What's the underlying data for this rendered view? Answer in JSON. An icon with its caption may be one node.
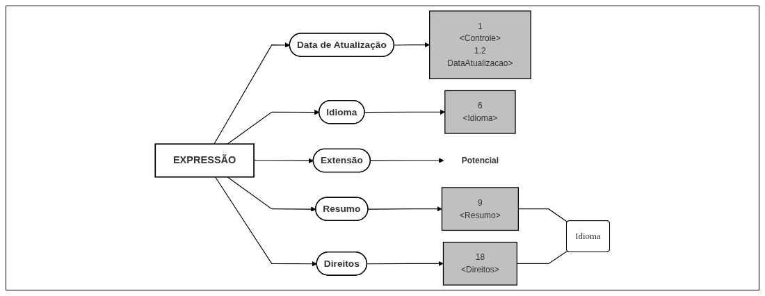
{
  "diagram": {
    "nodes": [
      {
        "text": [
          "EXPRESSÃO"
        ]
      },
      {
        "text": [
          "Data de Atualização"
        ]
      },
      {
        "text": [
          "Idioma"
        ]
      },
      {
        "text": [
          "Extensão"
        ]
      },
      {
        "text": [
          "Resumo"
        ]
      },
      {
        "text": [
          "Direitos"
        ]
      },
      {
        "text": [
          "1",
          "<Controle>",
          "1.2",
          "DataAtualizacao>"
        ]
      },
      {
        "text": [
          "6",
          "<Idioma>"
        ]
      },
      {
        "text": [
          "Potencial"
        ]
      },
      {
        "text": [
          "9",
          "<Resumo>"
        ]
      },
      {
        "text": [
          "18",
          "<Direitos>"
        ]
      },
      {
        "text": [
          "Idioma"
        ]
      }
    ],
    "edges": [
      {
        "from": 0,
        "to": 1,
        "arrow": "to"
      },
      {
        "from": 0,
        "to": 2,
        "arrow": "to"
      },
      {
        "from": 0,
        "to": 3,
        "arrow": "to"
      },
      {
        "from": 0,
        "to": 4,
        "arrow": "to"
      },
      {
        "from": 0,
        "to": 5,
        "arrow": "to"
      },
      {
        "from": 1,
        "to": 6,
        "arrow": "to"
      },
      {
        "from": 2,
        "to": 7,
        "arrow": "to"
      },
      {
        "from": 3,
        "to": 8,
        "arrow": "to"
      },
      {
        "from": 4,
        "to": 9,
        "arrow": "to"
      },
      {
        "from": 5,
        "to": 10,
        "arrow": "to"
      },
      {
        "from": 9,
        "to": 11,
        "arrow": "none"
      },
      {
        "from": 10,
        "to": 11,
        "arrow": "none"
      }
    ]
  }
}
